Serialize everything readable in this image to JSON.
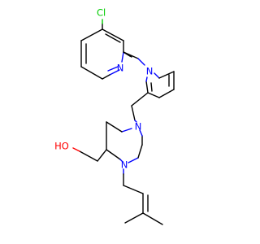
{
  "atom_labels": {
    "chlorine": "Cl",
    "pyridine_nitrogen": "N",
    "pyrrole_nitrogen": "N",
    "piperazine_n4": "N",
    "piperazine_n1": "N",
    "hydroxyl": "HO"
  },
  "colors": {
    "bond": "#000000",
    "nitrogen": "#0000ff",
    "oxygen": "#ff0000",
    "chlorine": "#00cc00",
    "background": "#ffffff"
  }
}
